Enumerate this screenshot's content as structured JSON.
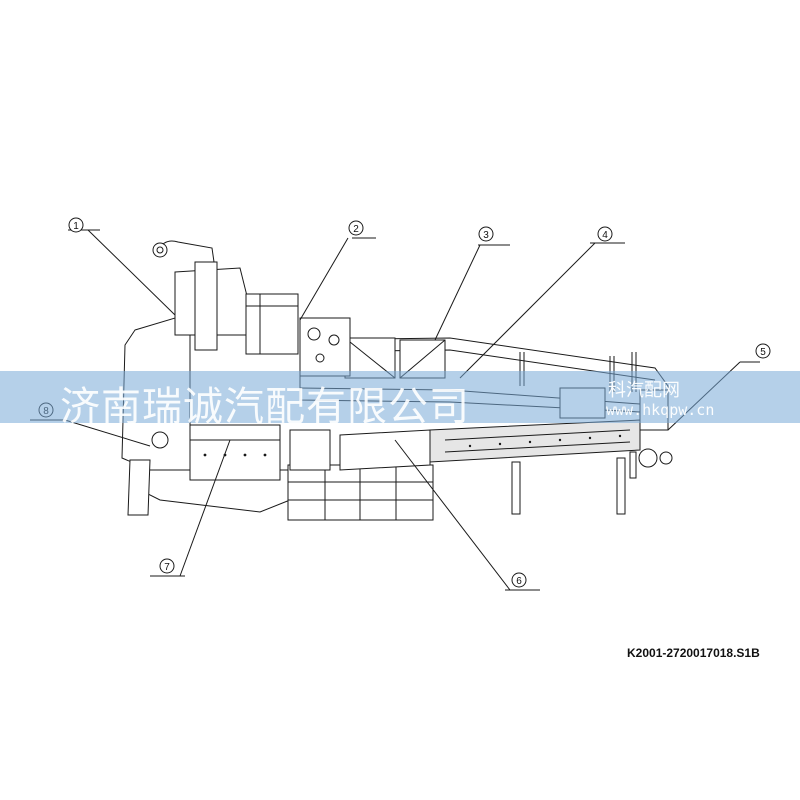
{
  "drawing": {
    "part_code": "K2001-2720017018.S1B",
    "callouts": [
      "1",
      "2",
      "3",
      "4",
      "5",
      "6",
      "7",
      "8"
    ]
  },
  "watermark": {
    "company": "济南瑞诚汽配有限公司",
    "site_name": "科汽配网",
    "url": "www.hkqpw.cn"
  },
  "colors": {
    "watermark_band": "#78aad7",
    "line": "#1a1a1a"
  }
}
